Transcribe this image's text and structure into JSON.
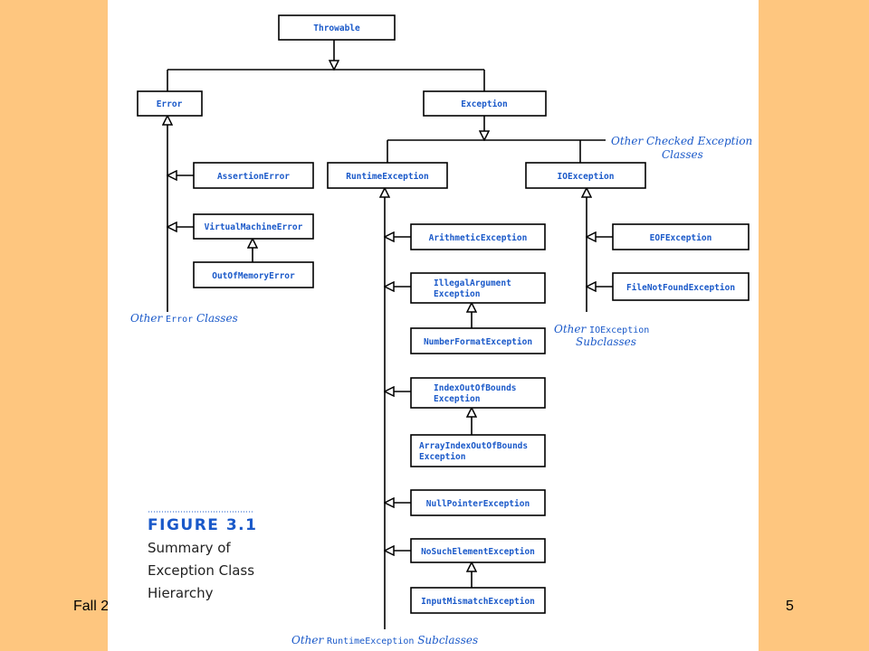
{
  "slide": {
    "footer_left": "Fall 2",
    "page_number": "5"
  },
  "figure": {
    "label": "FIGURE 3.1",
    "caption_lines": [
      "Summary of",
      "Exception Class",
      "Hierarchy"
    ]
  },
  "classes": {
    "throwable": "Throwable",
    "error": "Error",
    "exception": "Exception",
    "assertion_error": "AssertionError",
    "virtual_machine_error": "VirtualMachineError",
    "out_of_memory_error": "OutOfMemoryError",
    "runtime_exception": "RuntimeException",
    "io_exception": "IOException",
    "arithmetic_exception": "ArithmeticException",
    "illegal_argument_exception": [
      "IllegalArgument",
      "Exception"
    ],
    "number_format_exception": "NumberFormatException",
    "index_out_of_bounds_exception": [
      "IndexOutOfBounds",
      "Exception"
    ],
    "array_index_out_of_bounds_exception": [
      "ArrayIndexOutOfBounds",
      "Exception"
    ],
    "null_pointer_exception": "NullPointerException",
    "no_such_element_exception": "NoSuchElementException",
    "input_mismatch_exception": "InputMismatchException",
    "eof_exception": "EOFException",
    "file_not_found_exception": "FileNotFoundException"
  },
  "notes": {
    "other_checked": [
      "Other Checked Exception",
      "Classes"
    ],
    "other_error": {
      "pre": "Other ",
      "mono": "Error",
      "post": " Classes"
    },
    "other_io": {
      "line1_pre": "Other ",
      "line1_mono": "IOException",
      "line2": "Subclasses"
    },
    "other_runtime": {
      "pre": "Other ",
      "mono": "RuntimeException",
      "post": " Subclasses"
    }
  }
}
